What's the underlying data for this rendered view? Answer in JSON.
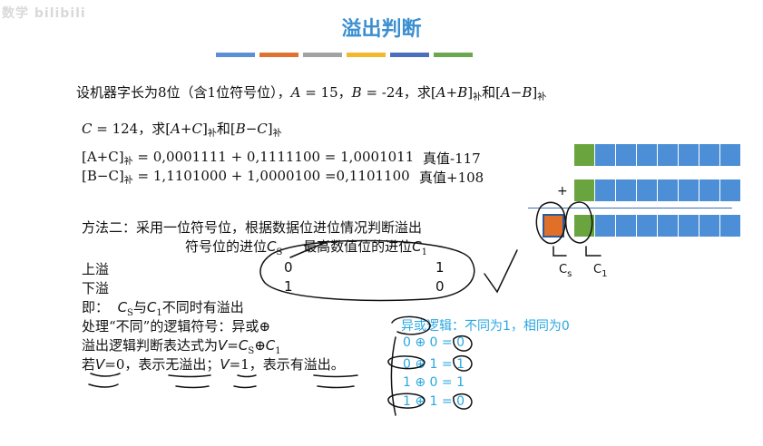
{
  "watermark": "数学 bilibili",
  "title": "溢出判断",
  "color_bars": [
    "#5b8fd6",
    "#e0722f",
    "#a3a3a3",
    "#f2b92e",
    "#4a6fbf",
    "#6aa84f"
  ],
  "line1": {
    "prefix": "设机器字长为8位（含1位符号位），",
    "a": "A",
    "a_val": " = 15，",
    "b": "B",
    "b_val": " = -24，求[",
    "ab_plus": "A+B",
    "close1": "]",
    "bu1": "补",
    "and": "和[",
    "ab_minus": "A−B",
    "close2": "]",
    "bu2": "补"
  },
  "line2": {
    "c": "C",
    "c_val": " = 124，求[",
    "ac": "A+C",
    "close1": "]",
    "bu1": "补",
    "and": "和[",
    "bc": "B−C",
    "close2": "]",
    "bu2": "补"
  },
  "eq1": {
    "lhs": "[A+C]",
    "bu": "补",
    "rhs": " = 0,0001111 + 0,1111100 = 1,0001011",
    "truth": "真值-117"
  },
  "eq2": {
    "lhs": "[B−C]",
    "bu": "补",
    "rhs": " = 1,1101000 + 1,0000100 =0,1101100",
    "truth": "真值+108"
  },
  "method": "方法二：采用一位符号位，根据数据位进位情况判断溢出",
  "carry_header": {
    "left": "符号位的进位",
    "cs": "C",
    "cs_sub": "S",
    "right": "最高数值位的进位",
    "c1": "C",
    "c1_sub": "1"
  },
  "rows": [
    {
      "label": "上溢",
      "cs": "0",
      "c1": "1"
    },
    {
      "label": "下溢",
      "cs": "1",
      "c1": "0"
    }
  ],
  "ji": {
    "prefix": "即：",
    "cs": "C",
    "cs_sub": "S",
    "mid": "与",
    "c1": "C",
    "c1_sub": "1",
    "suffix": "不同时有溢出"
  },
  "logic": "处理“不同”的逻辑符号：异或⊕",
  "expr": {
    "prefix": "溢出逻辑判断表达式为",
    "v": "V",
    "eq": "=",
    "cs": "C",
    "cs_sub": "S",
    "op": "⊕",
    "c1": "C",
    "c1_sub": "1"
  },
  "conclusion": {
    "p1": "若",
    "v1": "V",
    "t1": "=0，表示无溢出；",
    "v2": "V",
    "t2": "=1，表示有溢出。"
  },
  "xor_title": "异或逻辑：不同为1，相同为0",
  "xor_rows": [
    "0 ⊕ 0  =  0",
    "0 ⊕ 1  =  1",
    "1 ⊕ 0  =  1",
    "1 ⊕ 1  =  0"
  ],
  "diagram": {
    "plus": "+",
    "cs_label": "C",
    "cs_sub": "s",
    "c1_label": "C",
    "c1_sub": "1"
  }
}
